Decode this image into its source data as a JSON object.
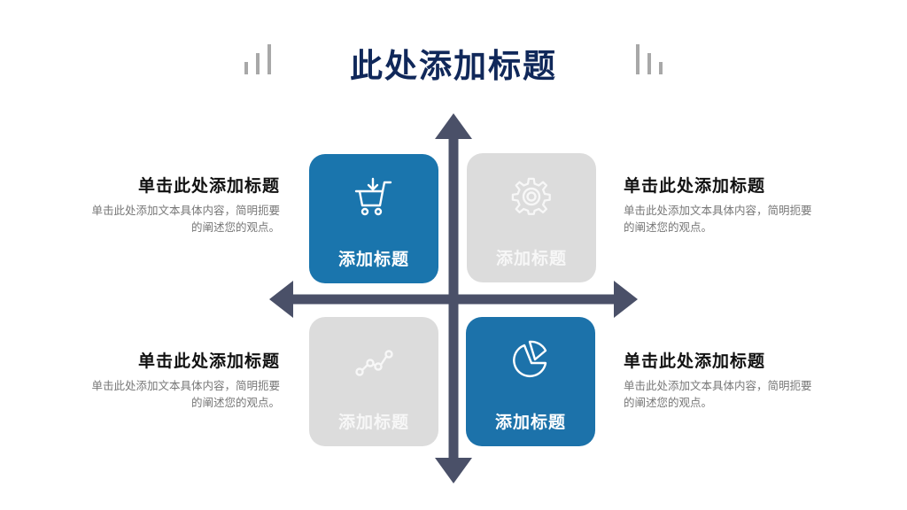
{
  "title": "此处添加标题",
  "colors": {
    "navy": "#10285a",
    "axis": "#4a5068",
    "blue": "#1a75ad",
    "gray": "#dcdcdc"
  },
  "tiles": [
    {
      "label": "添加标题",
      "icon": "shopping-cart-icon",
      "style": "blue"
    },
    {
      "label": "添加标题",
      "icon": "gear-icon",
      "style": "gray"
    },
    {
      "label": "添加标题",
      "icon": "line-chart-icon",
      "style": "gray"
    },
    {
      "label": "添加标题",
      "icon": "pie-chart-icon",
      "style": "blue"
    }
  ],
  "items": [
    {
      "heading": "单击此处添加标题",
      "text": "单击此处添加文本具体内容，简明扼要的阐述您的观点。"
    },
    {
      "heading": "单击此处添加标题",
      "text": "单击此处添加文本具体内容，简明扼要的阐述您的观点。"
    },
    {
      "heading": "单击此处添加标题",
      "text": "单击此处添加文本具体内容，简明扼要的阐述您的观点。"
    },
    {
      "heading": "单击此处添加标题",
      "text": "单击此处添加文本具体内容，简明扼要的阐述您的观点。"
    }
  ]
}
